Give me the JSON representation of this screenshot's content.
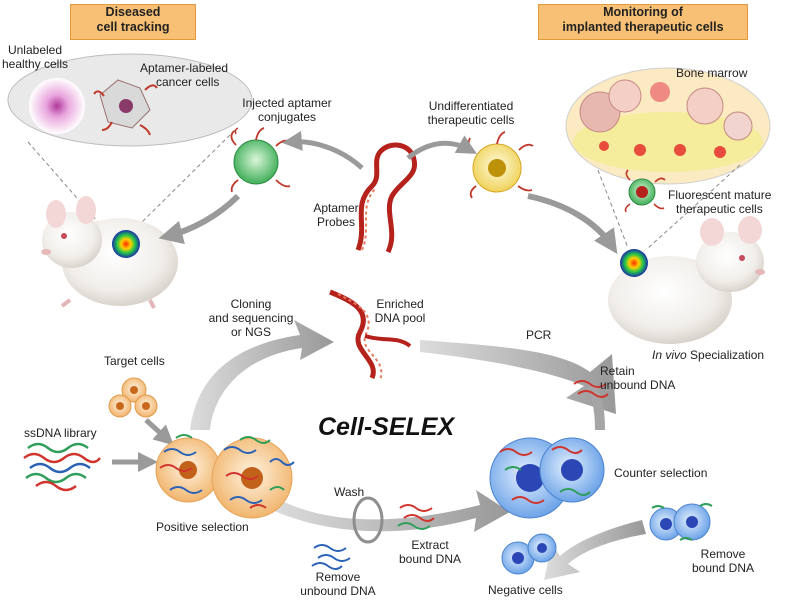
{
  "headers": {
    "left": [
      "Diseased",
      "cell tracking"
    ],
    "right": [
      "Monitoring of",
      "implanted therapeutic cells"
    ]
  },
  "title": "Cell-SELEX",
  "labels": {
    "unlabeled_healthy": [
      "Unlabeled",
      "healthy cells"
    ],
    "aptamer_labeled": [
      "Aptamer-labeled",
      "cancer cells"
    ],
    "injected_conjugates": [
      "Injected aptamer",
      "conjugates"
    ],
    "undifferentiated": [
      "Undifferentiated",
      "therapeutic cells"
    ],
    "bone_marrow": "Bone marrow",
    "fluorescent_mature": [
      "Fluorescent mature",
      "therapeutic cells"
    ],
    "aptamer_probes": [
      "Aptamer",
      "Probes"
    ],
    "cloning": [
      "Cloning",
      "and sequencing",
      "or NGS"
    ],
    "enriched_pool": [
      "Enriched",
      "DNA pool"
    ],
    "pcr": "PCR",
    "in_vivo": "In vivo",
    "specialization": " Specialization",
    "retain": [
      "Retain",
      "unbound DNA"
    ],
    "target_cells": "Target cells",
    "ssdna_library": "ssDNA library",
    "positive_selection": "Positive selection",
    "counter_selection": "Counter selection",
    "wash": "Wash",
    "extract": [
      "Extract",
      "bound DNA"
    ],
    "remove_unbound": [
      "Remove",
      "unbound DNA"
    ],
    "remove_bound": [
      "Remove",
      "bound DNA"
    ],
    "negative_cells": "Negative cells"
  },
  "colors": {
    "header_fill": "#f7c074",
    "arrow_gray": "#9b9b9b",
    "aptamer_red": "#b5221c",
    "target_cell_orange": "#f2a45c",
    "negative_cell_blue": "#3b6fd0",
    "bone_marrow_yellow": "#f3e58a"
  }
}
